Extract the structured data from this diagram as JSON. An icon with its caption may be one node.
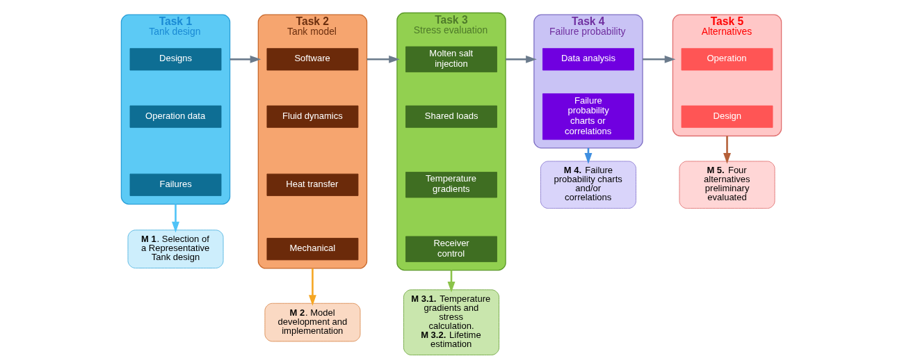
{
  "diagram": {
    "nodes": [
      {
        "text": [
          "Task 1",
          "Tank design"
        ]
      },
      {
        "text": [
          "Designs"
        ],
        "in": 0
      },
      {
        "text": [
          "Operation data"
        ],
        "in": 0
      },
      {
        "text": [
          "Failures"
        ],
        "in": 0
      },
      {
        "text": [
          "Task 2",
          "Tank model"
        ]
      },
      {
        "text": [
          "Software"
        ],
        "in": 4
      },
      {
        "text": [
          "Fluid dynamics"
        ],
        "in": 4
      },
      {
        "text": [
          "Heat transfer"
        ],
        "in": 4
      },
      {
        "text": [
          "Mechanical"
        ],
        "in": 4
      },
      {
        "text": [
          "Task 3",
          "Stress evaluation"
        ]
      },
      {
        "text": [
          "Molten salt injection"
        ],
        "in": 9
      },
      {
        "text": [
          "Shared loads"
        ],
        "in": 9
      },
      {
        "text": [
          "Temperature gradients"
        ],
        "in": 9
      },
      {
        "text": [
          "Receiver control"
        ],
        "in": 9
      },
      {
        "text": [
          "Task 4",
          "Failure probability"
        ]
      },
      {
        "text": [
          "Data analysis"
        ],
        "in": 14
      },
      {
        "text": [
          "Failure probability charts or correlations"
        ],
        "in": 14
      },
      {
        "text": [
          "Task 5",
          "Alternatives"
        ]
      },
      {
        "text": [
          "Operation"
        ],
        "in": 17
      },
      {
        "text": [
          "Design"
        ],
        "in": 17
      },
      {
        "text": [
          "**M 1**. Selection of a Representative Tank design"
        ]
      },
      {
        "text": [
          "**M 2**. Model development and implementation"
        ]
      },
      {
        "text": [
          "**M 3.1.** Temperature gradients and stress calculation.",
          "**M 3.2.** Lifetime estimation"
        ]
      },
      {
        "text": [
          "**M 4.** Failure probability charts and/or correlations"
        ]
      },
      {
        "text": [
          "**M 5.** Four alternatives preliminary evaluated"
        ]
      }
    ],
    "edges": [
      {
        "from": 0,
        "to": 4,
        "arrow": "to",
        "color": "#6b7b8c"
      },
      {
        "from": 4,
        "to": 9,
        "arrow": "to",
        "color": "#6b7b8c"
      },
      {
        "from": 9,
        "to": 14,
        "arrow": "to",
        "color": "#6b7b8c"
      },
      {
        "from": 14,
        "to": 17,
        "arrow": "to",
        "color": "#6b7b8c"
      },
      {
        "from": 0,
        "to": 20,
        "arrow": "to",
        "color": "#4fc3f7"
      },
      {
        "from": 4,
        "to": 21,
        "arrow": "to",
        "color": "#f5a623"
      },
      {
        "from": 9,
        "to": 22,
        "arrow": "to",
        "color": "#8bc34a"
      },
      {
        "from": 14,
        "to": 23,
        "arrow": "to",
        "color": "#3f8fe0"
      },
      {
        "from": 17,
        "to": 24,
        "arrow": "to",
        "color": "#b5613a"
      }
    ]
  }
}
